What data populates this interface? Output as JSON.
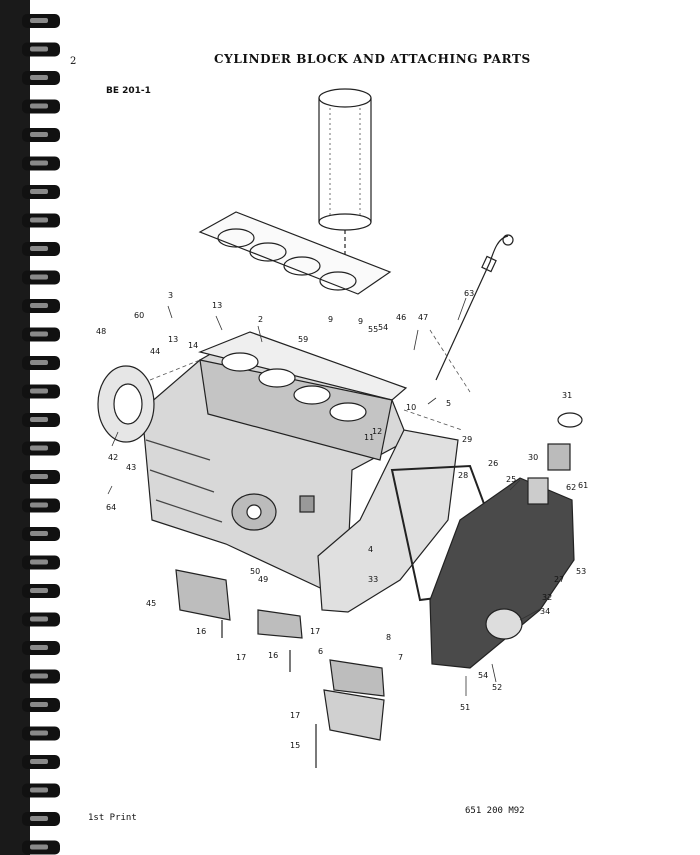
{
  "page": {
    "number": "2",
    "title": "CYLINDER BLOCK AND ATTACHING PARTS",
    "reference": "BE 201-1",
    "print_note": "1st Print",
    "part_number": "651 200 M92"
  },
  "callouts": [
    "2",
    "3",
    "4",
    "5",
    "6",
    "7",
    "8",
    "9",
    "9",
    "10",
    "11",
    "12",
    "13",
    "13",
    "14",
    "15",
    "16",
    "16",
    "17",
    "17",
    "17",
    "25",
    "26",
    "27",
    "28",
    "29",
    "30",
    "31",
    "32",
    "33",
    "34",
    "42",
    "43",
    "44",
    "45",
    "46",
    "47",
    "48",
    "49",
    "50",
    "51",
    "52",
    "53",
    "54",
    "54",
    "55",
    "59",
    "60",
    "61",
    "62",
    "63",
    "64"
  ]
}
